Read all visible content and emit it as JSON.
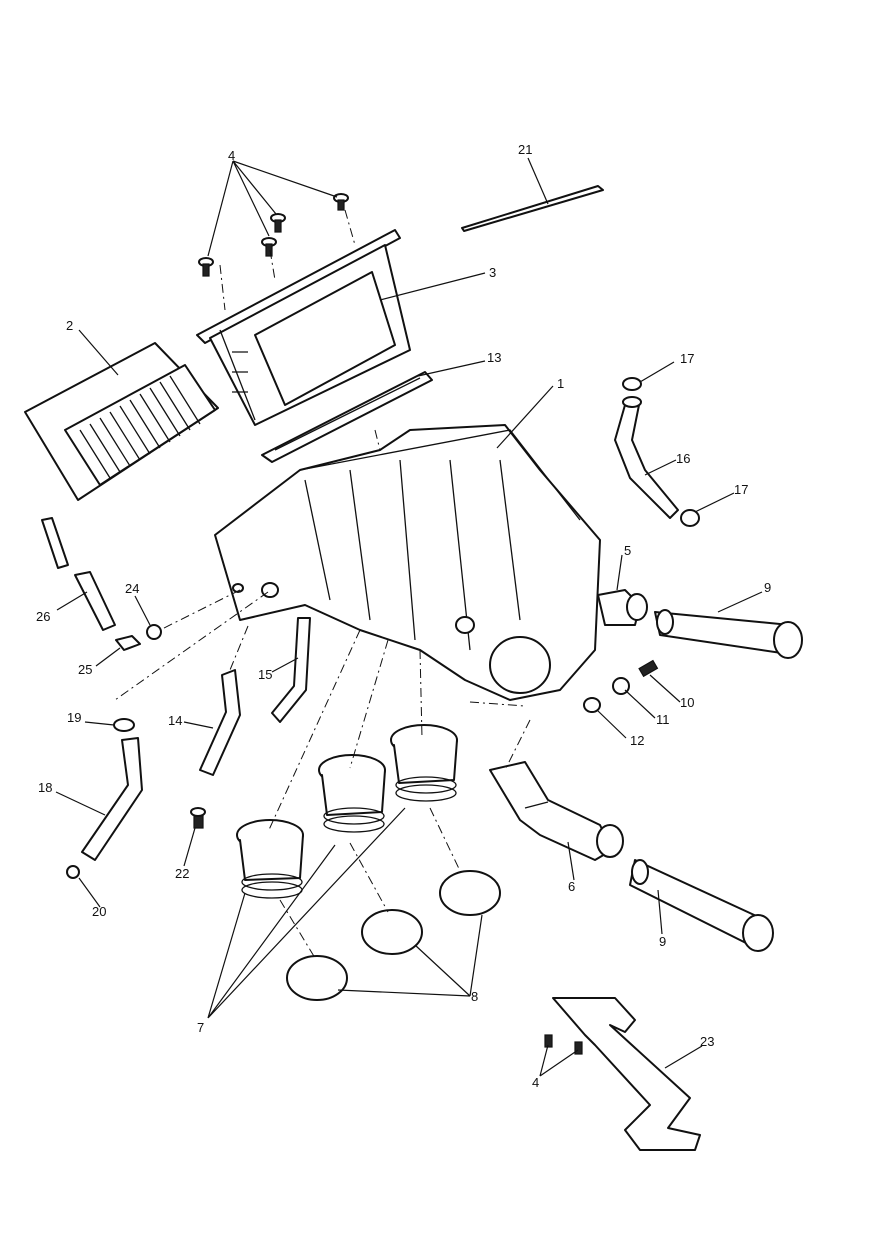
{
  "callouts": {
    "c1": "1",
    "c2": "2",
    "c3": "3",
    "c4a": "4",
    "c4b": "4",
    "c5": "5",
    "c6": "6",
    "c7": "7",
    "c8": "8",
    "c9a": "9",
    "c9b": "9",
    "c10": "10",
    "c11": "11",
    "c12": "12",
    "c13": "13",
    "c14": "14",
    "c15": "15",
    "c16": "16",
    "c17a": "17",
    "c17b": "17",
    "c18": "18",
    "c19": "19",
    "c20": "20",
    "c21": "21",
    "c22": "22",
    "c23": "23",
    "c24": "24",
    "c25": "25",
    "c26": "26"
  }
}
